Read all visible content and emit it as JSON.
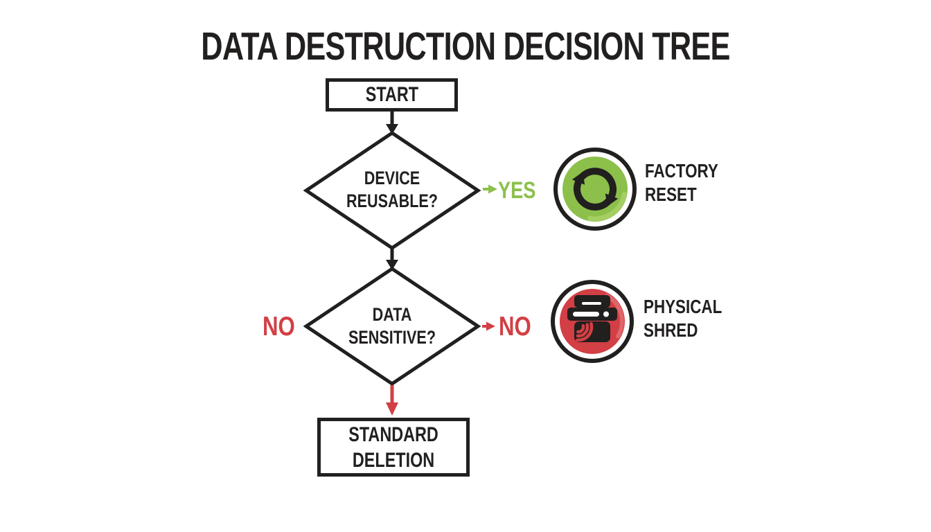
{
  "title": "DATA DESTRUCTION DECISION TREE",
  "colors": {
    "ink": "#221f1f",
    "green": "#8cc04b",
    "green_light": "#a5cf62",
    "red": "#d23f44",
    "red_light": "#e0666a",
    "background": "#ffffff"
  },
  "flow": {
    "start_label": "START",
    "decision1": {
      "line1": "DEVICE",
      "line2": "REUSABLE?",
      "yes_label": "YES"
    },
    "decision2": {
      "line1": "DATA",
      "line2": "SENSITIVE?",
      "no_left_label": "NO",
      "no_right_label": "NO"
    },
    "end_node": {
      "line1": "STANDARD",
      "line2": "DELETION"
    }
  },
  "outcomes": {
    "factory_reset": {
      "line1": "FACTORY",
      "line2": "RESET",
      "icon": "sync-arrows-icon",
      "color": "#8cc04b"
    },
    "physical_shred": {
      "line1": "PHYSICAL",
      "line2": "SHRED",
      "icon": "shredder-icon",
      "color": "#d23f44"
    }
  }
}
